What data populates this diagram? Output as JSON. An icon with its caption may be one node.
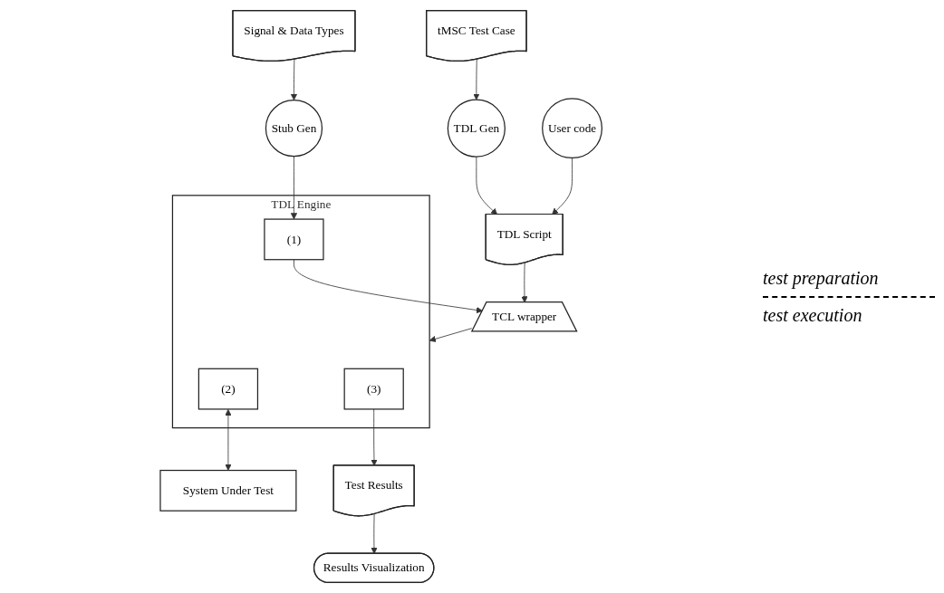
{
  "diagram": {
    "nodes": [
      {
        "text": [
          "tMSC Test Case"
        ]
      },
      {
        "text": [
          "TDL Gen"
        ]
      },
      {
        "text": [
          "Signal & Data Types"
        ]
      },
      {
        "text": [
          "Results Visualization"
        ]
      },
      {
        "text": [
          "User code"
        ]
      },
      {
        "text": [
          "TDL Script"
        ]
      },
      {
        "text": [
          "Stub Gen"
        ]
      },
      {
        "text": [
          "TCL wrapper"
        ]
      },
      {
        "text": [
          "TDL Engine"
        ]
      },
      {
        "text": [
          "(1)"
        ],
        "in": 8
      },
      {
        "text": [
          "(2)"
        ],
        "in": 8
      },
      {
        "text": [
          "(3)"
        ],
        "in": 8
      },
      {
        "text": [
          "System Under Test"
        ]
      },
      {
        "text": [
          "Test Results"
        ]
      }
    ],
    "edges": [
      {
        "from": 0,
        "to": 1,
        "arrow": "to"
      },
      {
        "from": 1,
        "to": 5,
        "arrow": "to"
      },
      {
        "from": 2,
        "to": 6,
        "arrow": "to"
      },
      {
        "from": 4,
        "to": 5,
        "arrow": "to"
      },
      {
        "from": 5,
        "to": 7,
        "arrow": "to"
      },
      {
        "from": 7,
        "to": 8,
        "arrow": "to"
      },
      {
        "from": 9,
        "to": 7,
        "arrow": "to"
      },
      {
        "from": 6,
        "to": 9,
        "arrow": "to"
      },
      {
        "from": 10,
        "to": 12,
        "arrow": "both"
      },
      {
        "from": 11,
        "to": 13,
        "arrow": "to"
      },
      {
        "from": 13,
        "to": 3,
        "arrow": "to"
      }
    ],
    "labels": [
      "test preparation",
      "test execution"
    ]
  }
}
